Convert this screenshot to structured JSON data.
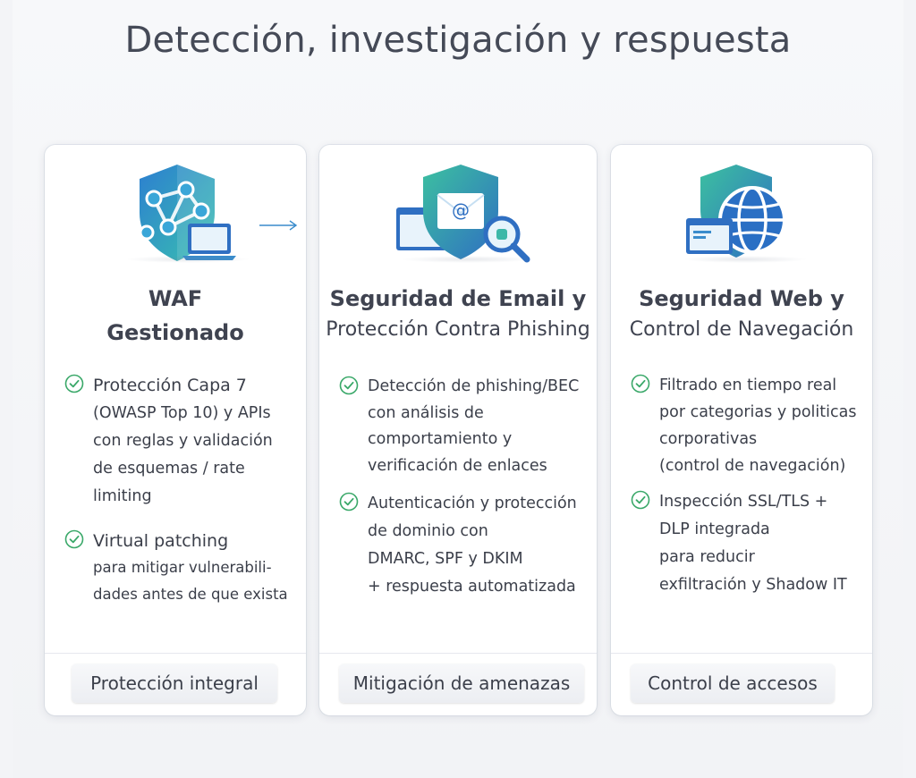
{
  "title": "Detección, investigación y respuesta",
  "cards": [
    {
      "title_line1": "WAF",
      "title_line2": "Gestionado",
      "icon": "shield-network-laptop-icon",
      "features": [
        {
          "lines": [
            "Protección Capa 7",
            "(OWASP Top 10) y APIs",
            "con reglas y validación",
            "de esquemas / rate",
            "limiting"
          ]
        },
        {
          "lines": [
            "Virtual patching",
            "para mitigar vulnerabili-",
            "dades antes de que exista"
          ]
        }
      ],
      "button": "Protección integral"
    },
    {
      "title_line1": "Seguridad de Email y",
      "title_line2": "Protección Contra Phishing",
      "icon": "shield-email-magnifier-icon",
      "features": [
        {
          "lines": [
            "Detección de phishing/BEC",
            "con análisis de",
            "comportamiento y",
            "verificación de enlaces"
          ]
        },
        {
          "lines": [
            "Autenticación y protección",
            "de dominio con",
            "DMARC, SPF y DKIM",
            "+ respuesta automatizada"
          ]
        }
      ],
      "button": "Mitigación de amenazas"
    },
    {
      "title_line1": "Seguridad Web y",
      "title_line2": "Control de Navegación",
      "icon": "shield-globe-browser-icon",
      "features": [
        {
          "lines": [
            "Filtrado en tiempo real",
            "por categorias y politicas",
            "corporativas",
            "(control de navegación)"
          ]
        },
        {
          "lines": [
            "Inspección SSL/TLS +",
            "DLP integrada",
            "para reducir",
            "exfiltración y Shadow IT"
          ]
        }
      ],
      "button": "Control de accesos"
    }
  ],
  "colors": {
    "accent_blue": "#2f6fc2",
    "accent_teal": "#3cb8a8",
    "check_green": "#3aa869",
    "text": "#3b3f4a"
  }
}
